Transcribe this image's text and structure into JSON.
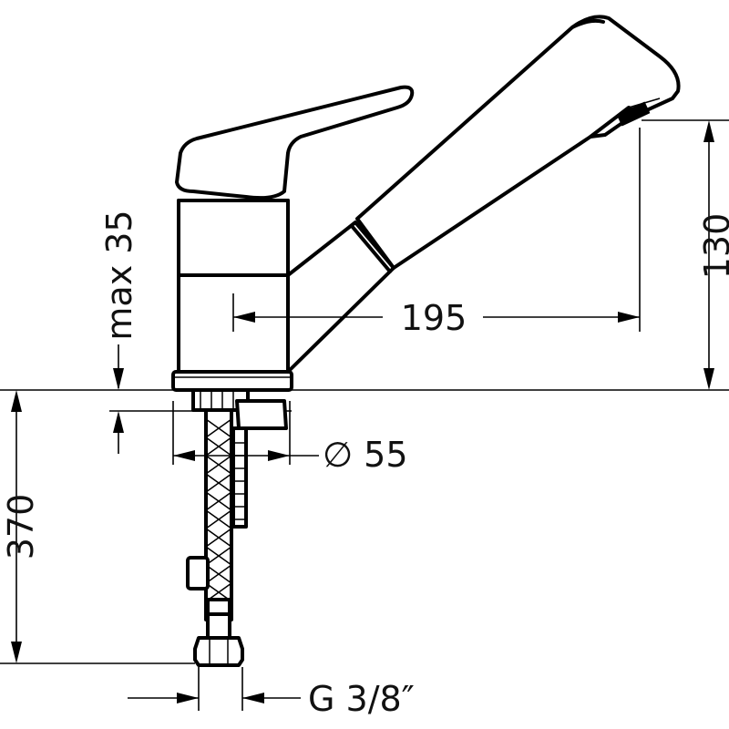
{
  "drawing": {
    "dimensions": {
      "spout_height": "130",
      "spout_reach": "195",
      "deck_thickness": "max 35",
      "hole_diameter": "∅ 55",
      "hose_length": "370",
      "connection_thread": "G 3/8″"
    }
  }
}
